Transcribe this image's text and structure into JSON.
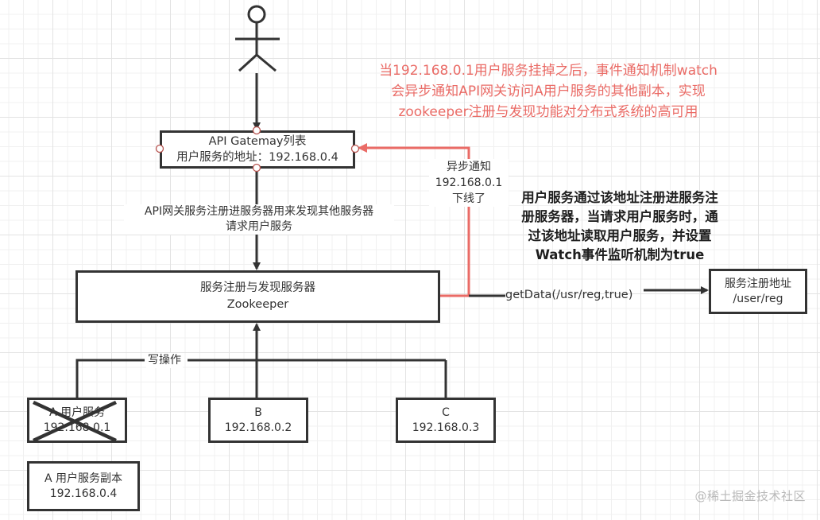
{
  "colors": {
    "line": "#333333",
    "accent_red": "#ea6b66",
    "text": "#333333",
    "watermark": "#b9b9b9"
  },
  "actor": {
    "icon": "stick-figure-actor-icon"
  },
  "gateway": {
    "line1": "API Gatemay列表",
    "line2": "用户服务的地址：192.168.0.4"
  },
  "gateway_to_zk_label": {
    "line1": "API网关服务注册进服务器用来发现其他服务器",
    "line2": "请求用户服务"
  },
  "zookeeper": {
    "line1": "服务注册与发现服务器",
    "line2": "Zookeeper"
  },
  "async_notify_label": {
    "line1": "异步通知",
    "line2": "192.168.0.1",
    "line3": "下线了"
  },
  "red_note": {
    "line1": "当192.168.0.1用户服务挂掉之后，事件通知机制watch",
    "line2": "会异步通知API网关访问A用户服务的其他副本，实现",
    "line3": "zookeeper注册与发现功能对分布式系统的高可用"
  },
  "bold_note": {
    "line1": "用户服务通过该地址注册进服务注",
    "line2": "册服务器，当请求用户服务时，通",
    "line3": "过该地址读取用户服务，并设置",
    "line4": "Watch事件监听机制为true"
  },
  "getdata_label": "getData(/usr/reg,true)",
  "registry_address": {
    "line1": "服务注册地址",
    "line2": "/user/reg"
  },
  "write_label": "写操作",
  "service_a": {
    "line1": "A 用户服务",
    "line2": "192.168.0.1",
    "status": "down"
  },
  "service_b": {
    "line1": "B",
    "line2": "192.168.0.2"
  },
  "service_c": {
    "line1": "C",
    "line2": "192.168.0.3"
  },
  "service_a_replica": {
    "line1": "A 用户服务副本",
    "line2": "192.168.0.4"
  },
  "watermark": "@稀土掘金技术社区"
}
